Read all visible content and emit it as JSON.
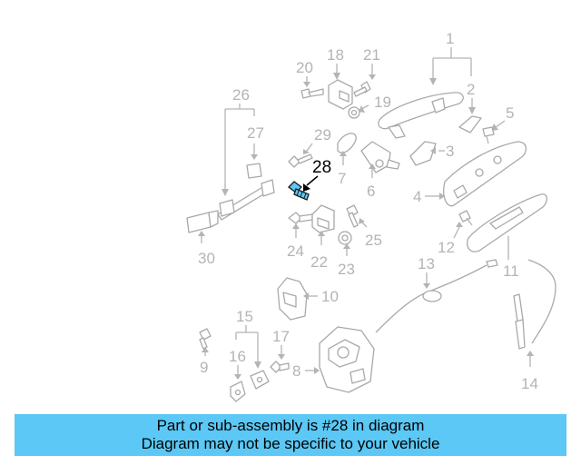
{
  "diagram": {
    "callouts": [
      "1",
      "2",
      "3",
      "4",
      "5",
      "6",
      "7",
      "8",
      "9",
      "10",
      "11",
      "12",
      "13",
      "14",
      "15",
      "16",
      "17",
      "18",
      "19",
      "20",
      "21",
      "22",
      "23",
      "24",
      "25",
      "26",
      "27",
      "28",
      "29",
      "30"
    ],
    "highlighted_part": "28",
    "highlight_color": "#5bc8f5"
  },
  "caption": {
    "line1": "Part or sub-assembly is #28 in diagram",
    "line2": "Diagram may not be specific to your vehicle",
    "background": "#5bc8f5"
  }
}
